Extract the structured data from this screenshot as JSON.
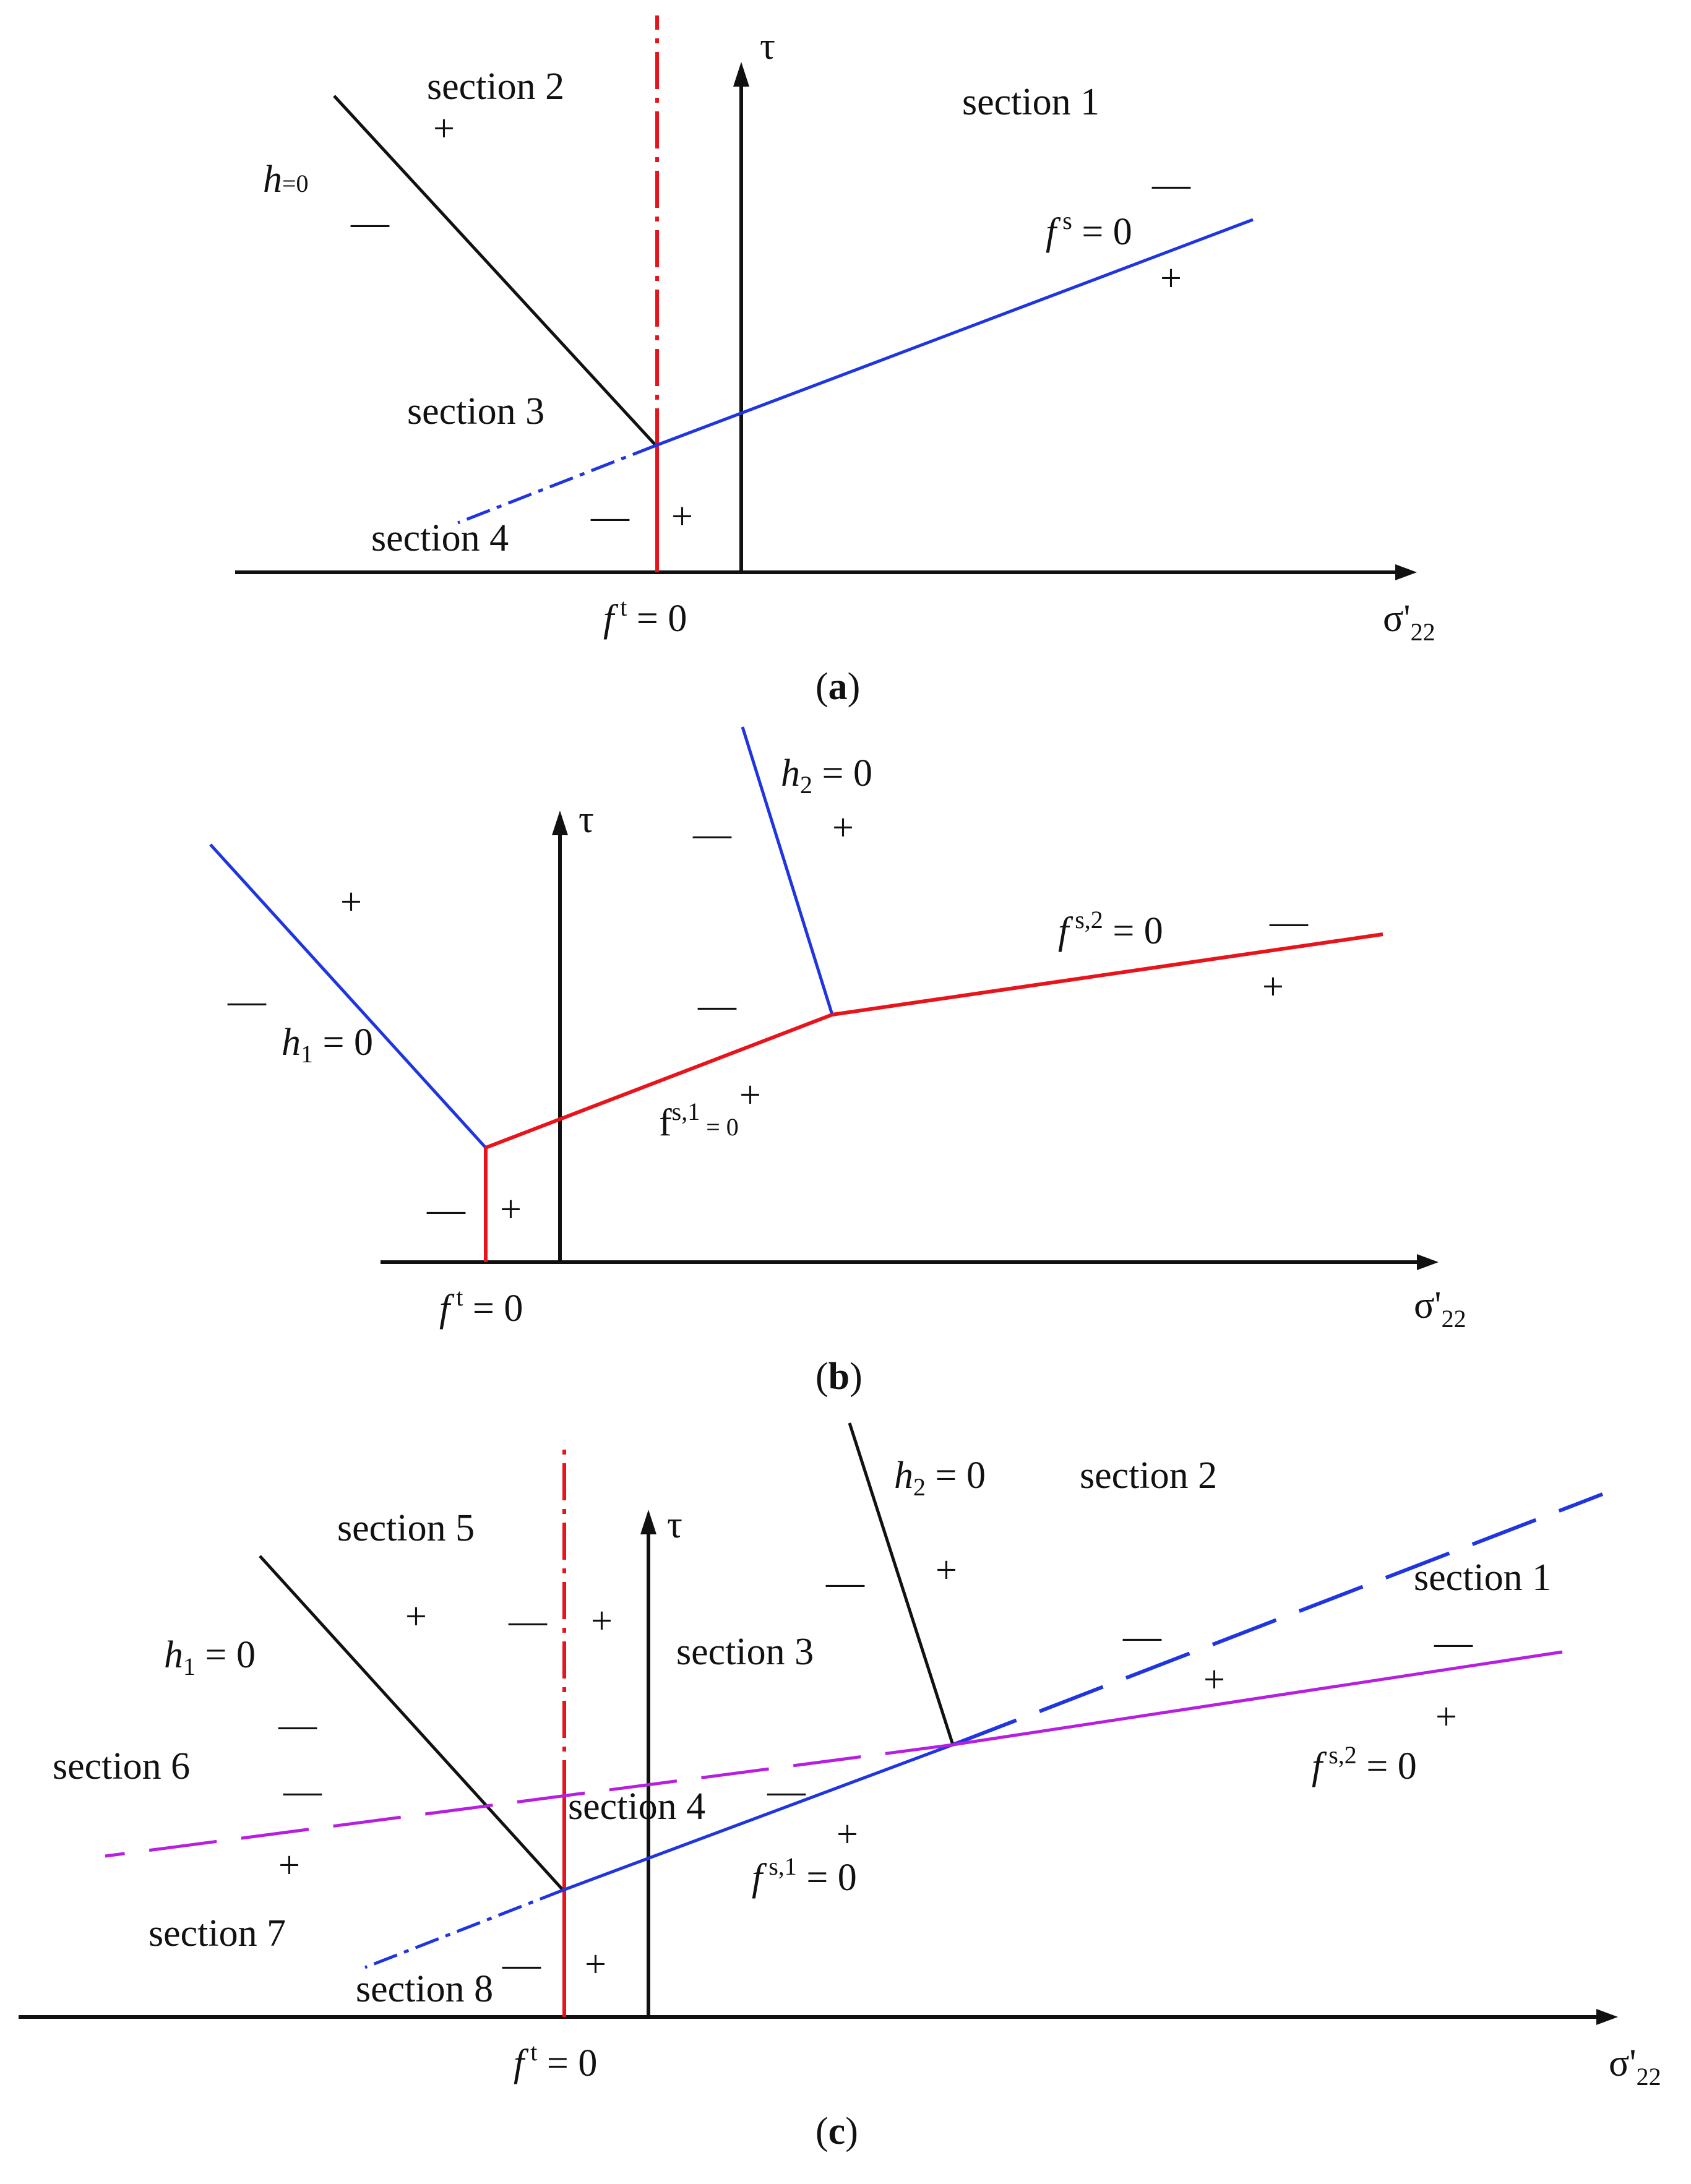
{
  "symbols": {
    "tau": "τ",
    "sigma_main": "σ'",
    "sigma_sub": "22",
    "f": "f",
    "h": "h",
    "plus": "+",
    "minus": "—"
  },
  "panel_a": {
    "caption_open": "(",
    "caption_letter": "a",
    "caption_close": ")",
    "sections": [
      "section  1",
      "section  2",
      "section  3",
      "section  4"
    ],
    "h_eq": "=0",
    "fs_sup": "s",
    "fs_eq": " = 0",
    "ft_sup": "t",
    "ft_eq": " = 0"
  },
  "panel_b": {
    "caption_open": "(",
    "caption_letter": "b",
    "caption_close": ")",
    "h1_sub": "1",
    "h2_sub": "2",
    "eq": " = 0",
    "fs2_sup": "s,2",
    "fs2_eq": " = 0",
    "fs1_base": "f",
    "fs1_sup": "s,1",
    "fs1_eq": " = 0",
    "ft_sup": "t",
    "ft_eq": " = 0"
  },
  "panel_c": {
    "caption_open": "(",
    "caption_letter": "c",
    "caption_close": ")",
    "sections": [
      "section  1",
      "section  2",
      "section  3",
      "section  4",
      "section  5",
      "section  6",
      "section  7",
      "section  8"
    ],
    "h1_sub": "1",
    "h2_sub": "2",
    "eq": " = 0",
    "fs1_sup": "s,1",
    "fs1_eq": " = 0",
    "fs2_sup": "s,2",
    "fs2_eq": " = 0",
    "ft_sup": "t",
    "ft_eq": " = 0"
  },
  "colors": {
    "red": "#e8141c",
    "blue": "#1f35e0",
    "magenta": "#b61ee0",
    "black": "#111111"
  }
}
